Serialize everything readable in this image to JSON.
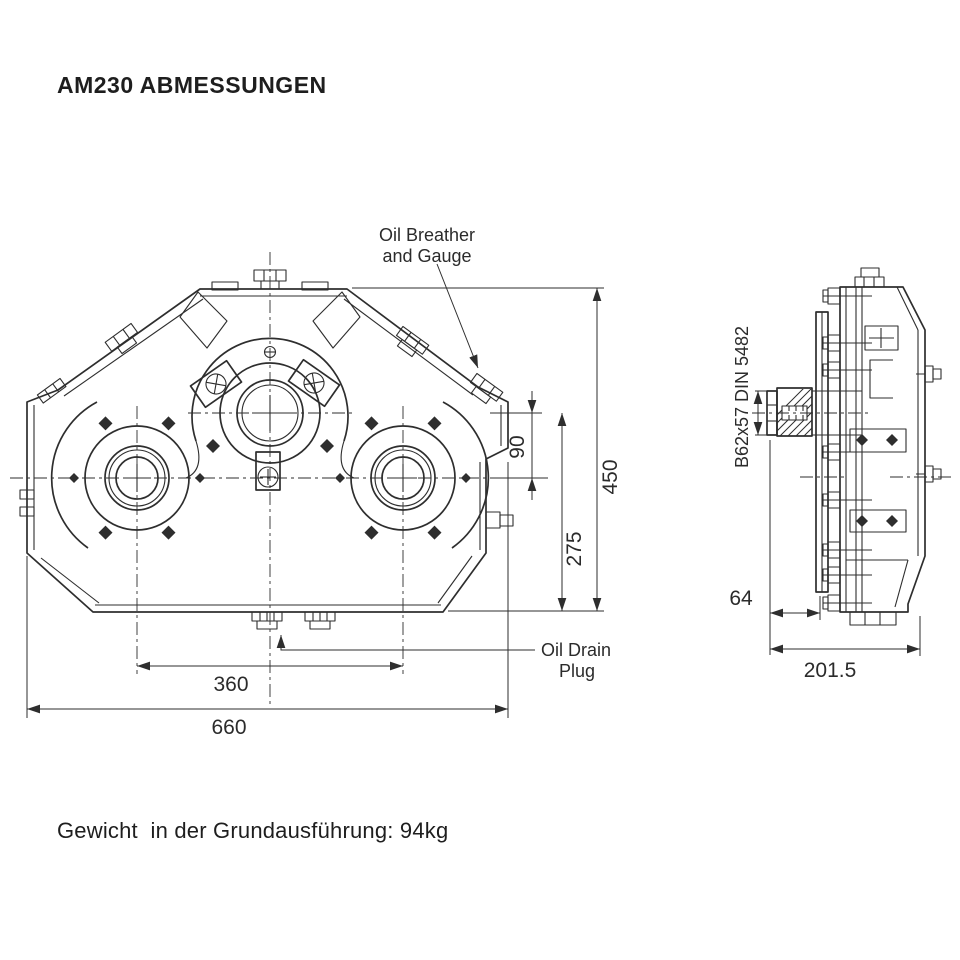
{
  "page": {
    "title": "AM230 ABMESSUNGEN",
    "footer": "Gewicht  in der Grundausführung: 94kg",
    "colors": {
      "background": "#ffffff",
      "line": "#2e2e2e"
    }
  },
  "drawing": {
    "callouts": {
      "oil_breather_line1": "Oil Breather",
      "oil_breather_line2": "and Gauge",
      "oil_drain_line1": "Oil Drain",
      "oil_drain_line2": "Plug",
      "spline_spec": "B62x57  DIN 5482"
    },
    "dimensions": {
      "top_bore_offset": "90",
      "top_bore_to_base": "275",
      "overall_height": "450",
      "bore_spacing": "360",
      "overall_width": "660",
      "shaft_protrusion": "64",
      "overall_depth": "201.5"
    }
  }
}
